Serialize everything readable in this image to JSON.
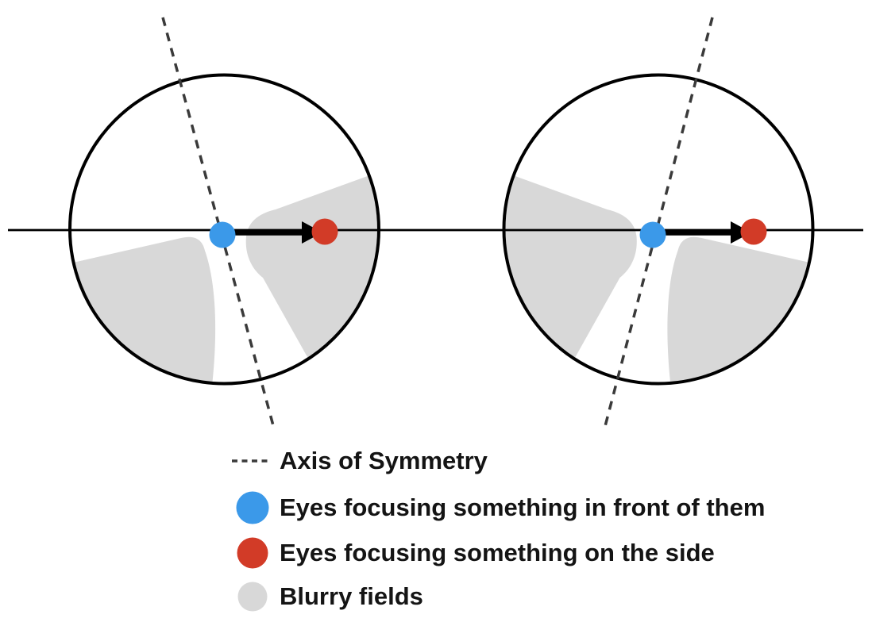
{
  "colors": {
    "blue": "#3b99e9",
    "red": "#d23b27",
    "gray": "#d8d8d8",
    "axis_dash": "#3a3a3a",
    "outline": "#000000",
    "text": "#141414"
  },
  "legend": {
    "axis": {
      "label": "Axis of Symmetry"
    },
    "front_focus": {
      "label": "Eyes focusing something in front of them"
    },
    "side_focus": {
      "label": "Eyes focusing something on the side"
    },
    "blurry": {
      "label": "Blurry fields"
    }
  }
}
